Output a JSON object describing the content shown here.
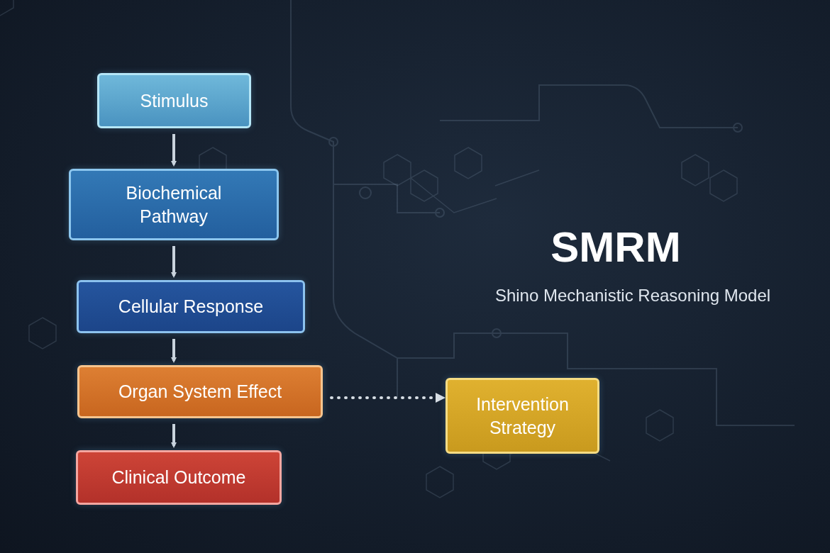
{
  "diagram": {
    "title": "SMRM",
    "nodes": [
      {
        "text": [
          "Stimulus"
        ]
      },
      {
        "text": [
          "Biochemical Pathway"
        ]
      },
      {
        "text": [
          "Cellular Response"
        ]
      },
      {
        "text": [
          "Organ System Effect"
        ]
      },
      {
        "text": [
          "Clinical Outcome"
        ]
      },
      {
        "text": [
          "Intervention Strategy"
        ]
      }
    ],
    "edges": [
      {
        "from": 0,
        "to": 1,
        "arrow": "to"
      },
      {
        "from": 1,
        "to": 2,
        "arrow": "to"
      },
      {
        "from": 2,
        "to": 3,
        "arrow": "to"
      },
      {
        "from": 3,
        "to": 4,
        "arrow": "to"
      },
      {
        "from": 3,
        "to": 5,
        "arrow": "to"
      }
    ],
    "labels": [
      "Shino Mechanistic Reasoning Model"
    ]
  }
}
